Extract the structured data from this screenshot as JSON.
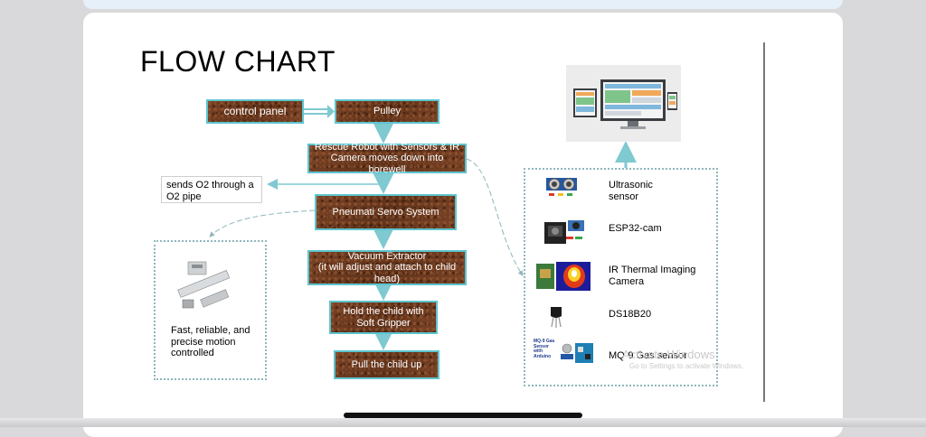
{
  "slide": {
    "title": "FLOW CHART",
    "flow_steps": {
      "control_panel": "control panel",
      "pulley": "Pulley",
      "rescue_robot": "Rescue Robot with Sensors & IR Camera moves down into borewell",
      "pneumatic_servo": "Pneumati Servo System",
      "vacuum_extractor_line1": "Vacuum Extractor",
      "vacuum_extractor_line2": "(it will adjust and attach to child head)",
      "hold_child": "Hold the child with Soft Gripper",
      "pull_child": "Pull the child up"
    },
    "o2_note": "sends O2 through a O2 pipe",
    "motion_note": "Fast, reliable, and precise motion controlled",
    "sensors": [
      {
        "label": "Ultrasonic sensor",
        "icon": "ultrasonic-sensor-icon"
      },
      {
        "label": "ESP32-cam",
        "icon": "esp32-cam-icon"
      },
      {
        "label": "IR Thermal Imaging Camera",
        "icon": "thermal-camera-icon"
      },
      {
        "label": "DS18B20",
        "icon": "temperature-sensor-icon"
      },
      {
        "label": "MQ-9 Gas sensor",
        "icon": "gas-sensor-icon"
      }
    ],
    "gas_thumb_text": "MQ-9 Gas Sensor with Arduino"
  },
  "watermark": {
    "title": "Activate Windows",
    "subtitle": "Go to Settings to activate Windows."
  },
  "colors": {
    "box_fill": "#6b3a1f",
    "box_border": "#5cc4cf",
    "arrow": "#7fc9d1"
  }
}
